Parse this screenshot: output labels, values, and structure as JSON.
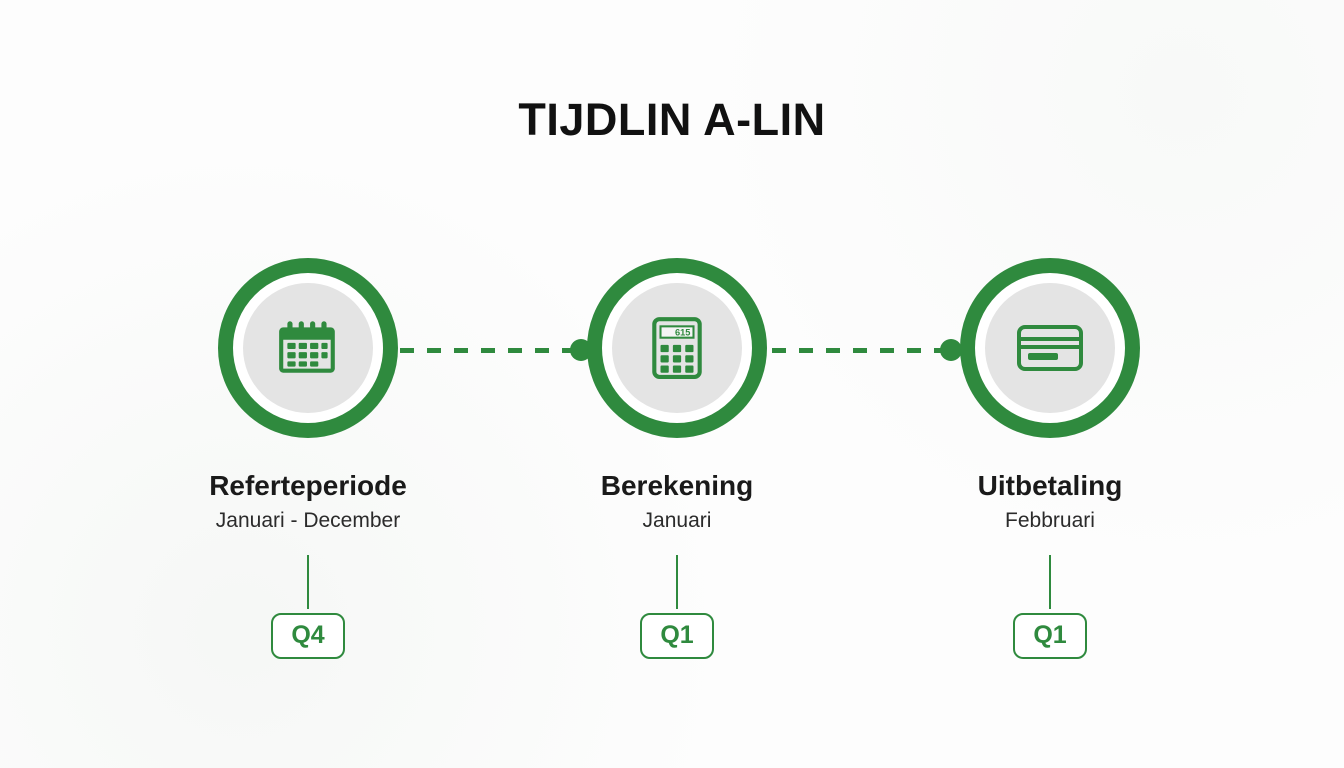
{
  "title": "TIJDLIN A-LIN",
  "colors": {
    "accent_green": "#2f8a3e",
    "background": "#fdfdfd",
    "icon_disc": "#e4e4e4",
    "title_text": "#111111"
  },
  "timeline": {
    "steps": [
      {
        "icon": "calendar-icon",
        "title": "Referteperiode",
        "subtitle": "Januari - December",
        "badge": "Q4"
      },
      {
        "icon": "calculator-icon",
        "icon_display_value": "615",
        "title": "Berekening",
        "subtitle": "Januari",
        "badge": "Q1"
      },
      {
        "icon": "payment-card-icon",
        "title": "Uitbetaling",
        "subtitle": "Febbruari",
        "badge": "Q1"
      }
    ],
    "connectors": [
      {
        "style": "dashed",
        "from": "step-1",
        "to": "step-2"
      },
      {
        "style": "dashed",
        "from": "step-2",
        "to": "step-3"
      }
    ]
  }
}
